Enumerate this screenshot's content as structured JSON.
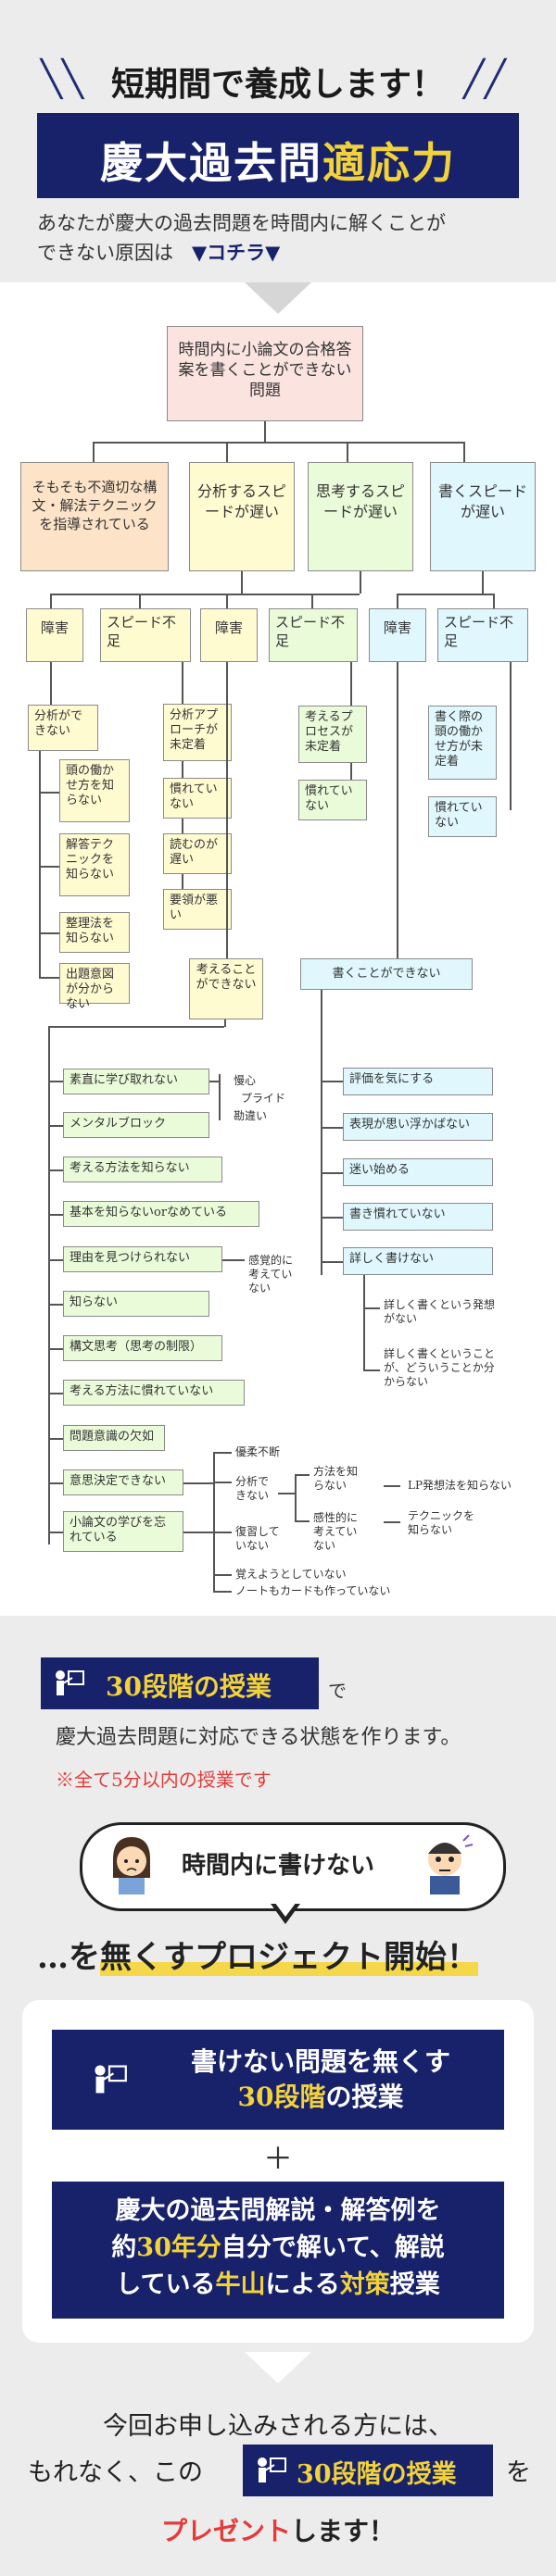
{
  "header": {
    "headline": "短期間で養成します！",
    "banner_main": "慶大過去問",
    "banner_highlight": "適応力",
    "intro_line1": "あなたが慶大の過去問題を時間内に解くことが",
    "intro_line2_prefix": "できない原因は",
    "intro_line2_link": "▼コチラ▼"
  },
  "tree": {
    "root": "時間内に小論文の合格答案を書くことができない問題",
    "level1": [
      "そもそも不適切な構文・解法テクニックを指導されている",
      "分析するスピードが遅い",
      "思考するスピードが遅い",
      "書くスピードが遅い"
    ],
    "level2": [
      "障害",
      "スピード不足",
      "障害",
      "スピード不足",
      "障害",
      "スピード不足"
    ],
    "analysis_cannot": "分析ができない",
    "analysis_children": [
      "頭の働かせ方を知らない",
      "解答テクニックを知らない",
      "整理法を知らない",
      "出題意図が分からない"
    ],
    "speed1_children": [
      "分析アプローチが未定着",
      "慣れていない",
      "読むのが遅い",
      "要領が悪い"
    ],
    "speed2_children": [
      "考えるプロセスが未定着",
      "慣れていない"
    ],
    "speed3_children": [
      "書く際の頭の働かせ方が未定着",
      "慣れていない"
    ],
    "think_cannot": "考えることができない",
    "write_cannot": "書くことができない",
    "think_children": [
      "素直に学び取れない",
      "メンタルブロック",
      "考える方法を知らない",
      "基本を知らないorなめている",
      "理由を見つけられない",
      "知らない",
      "構文思考（思考の制限）",
      "考える方法に慣れていない",
      "問題意識の欠如",
      "意思決定できない",
      "小論文の学びを忘れている"
    ],
    "pride_notes": [
      "慢心",
      "プライド",
      "勘違い"
    ],
    "sense_note": "感覚的に考えていない",
    "lazy_note": "優柔不断",
    "analysis_note": "分析できない",
    "review_note": "復習していない",
    "method_note": "方法を知らない",
    "feeling_note": "感性的に考えていない",
    "lp_note": "LP発想法を知らない",
    "tech_note": "テクニックを知らない",
    "memory_notes": [
      "覚えようとしていない",
      "ノートもカードも作っていない"
    ],
    "write_children": [
      "評価を気にする",
      "表現が思い浮かばない",
      "迷い始める",
      "書き慣れていない",
      "詳しく書けない"
    ],
    "detail_notes": [
      "詳しく書くという発想がない",
      "詳しく書くということが、どういうことか分からない"
    ]
  },
  "offer": {
    "badge_label": "30段階の授業",
    "badge_suffix": "で",
    "line2": "慶大過去問題に対応できる状態を作ります。",
    "note": "※全て5分以内の授業です",
    "bubble_text": "時間内に書けない",
    "project_prefix": "…を",
    "project_highlight": "無くすプロジェクト開始！",
    "card1_line1": "書けない問題を無くす",
    "card1_line2_highlight": "30段階",
    "card1_line2_rest": "の授業",
    "plus": "＋",
    "card2_line1": "慶大の過去問解説・解答例を",
    "card2_line2_a": "約",
    "card2_line2_hl": "30年分",
    "card2_line2_b": "自分で解いて、解説",
    "card2_line3_a": "している",
    "card2_line3_hl1": "牛山",
    "card2_line3_b": "による",
    "card2_line3_hl2": "対策",
    "card2_line3_c": "授業",
    "closing_line1": "今回お申し込みされる方には、",
    "closing_prefix": "もれなく、この",
    "closing_badge": "30段階の授業",
    "closing_suffix": "を",
    "closing_red": "プレゼント",
    "closing_end": "します！"
  },
  "colors": {
    "navy": "#18226b",
    "gold": "#f2d23a",
    "red": "#e43a3a",
    "peach": "#fde3c7",
    "yellow": "#fffbd0",
    "green": "#eafbd9",
    "cyan": "#dff7fd",
    "pink": "#fbe4e0"
  },
  "icons": [
    "teacher-icon",
    "student-worried-icon",
    "student-stressed-icon"
  ]
}
